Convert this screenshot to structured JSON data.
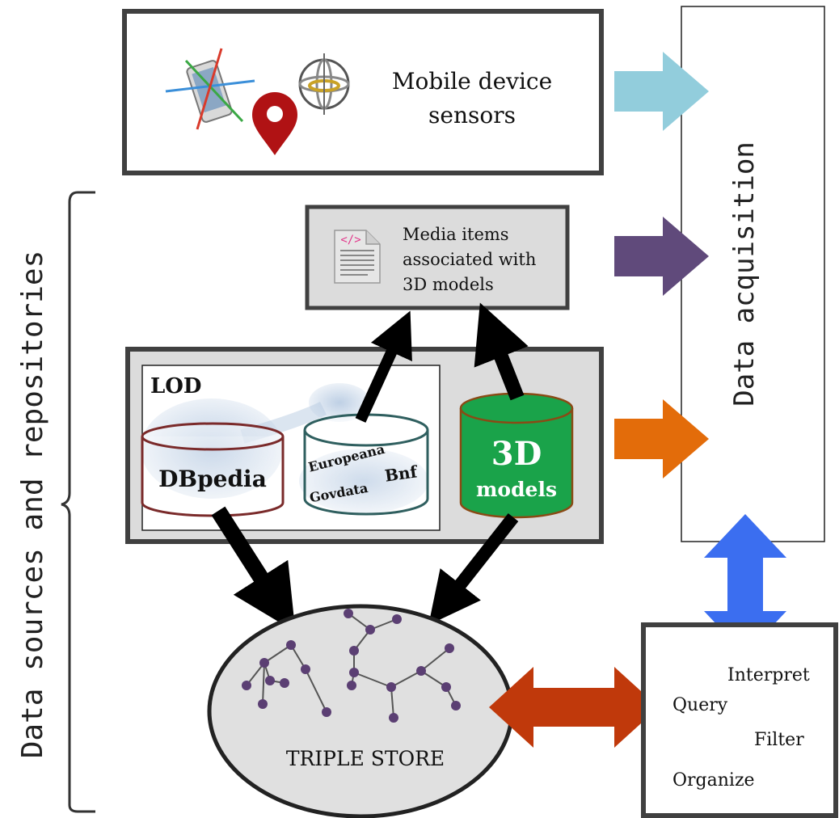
{
  "side_label": "Data sources and repositories",
  "data_acquisition_label": "Data acquisition",
  "sensors": {
    "line1": "Mobile device",
    "line2": "sensors"
  },
  "media": {
    "line1": "Media items",
    "line2": "associated with",
    "line3": "3D models"
  },
  "lod": {
    "label": "LOD",
    "dbpedia": "DBpedia",
    "europeana": "Europeana",
    "bnf": "Bnf",
    "govdata": "Govdata"
  },
  "models": {
    "line1": "3D",
    "line2": "models"
  },
  "triple_store": "TRIPLE STORE",
  "operations": {
    "interpret": "Interpret",
    "query": "Query",
    "filter": "Filter",
    "organize": "Organize"
  },
  "colors": {
    "sensor_arrow": "#92cddc",
    "media_arrow": "#604a7b",
    "lod_arrow": "#e36c0a",
    "sync_arrow": "#3b6ef0",
    "query_arrow": "#c0390b",
    "models_fill": "#1aa34a",
    "graph_node": "#5b3f73",
    "triple_store_fill": "#e0e0e0"
  }
}
